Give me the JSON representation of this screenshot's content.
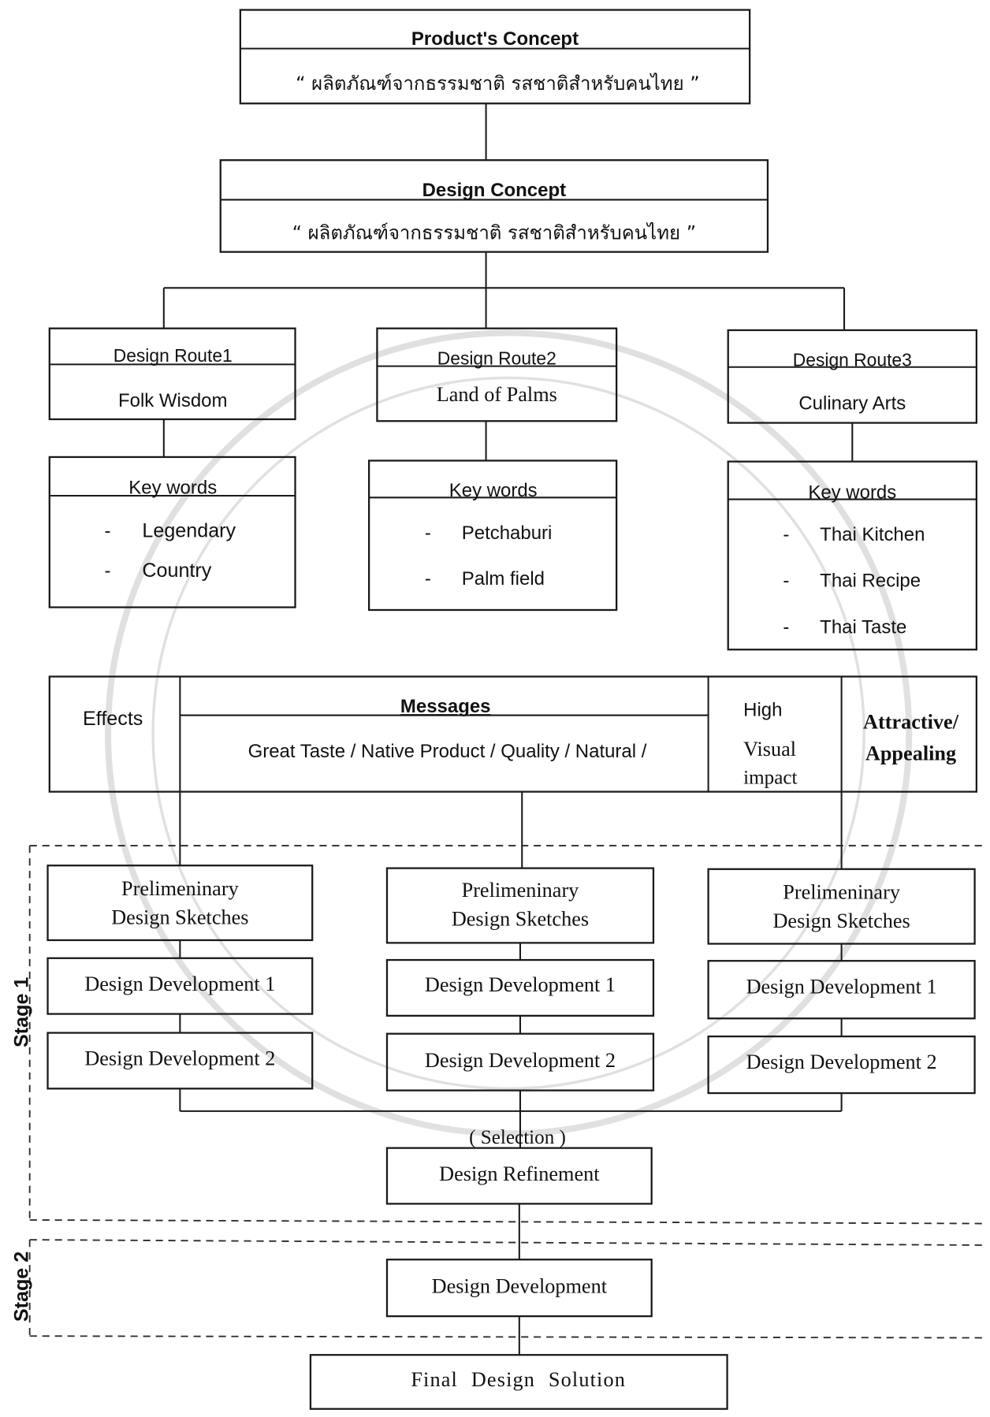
{
  "product_concept": {
    "title": "Product's Concept",
    "text": "“ ผลิตภัณฑ์จากธรรมชาติ รสชาติสำหรับคนไทย ”"
  },
  "design_concept": {
    "title": "Design Concept",
    "text": "“ ผลิตภัณฑ์จากธรรมชาติ รสชาติสำหรับคนไทย ”"
  },
  "keyword_bullet": "-",
  "routes": [
    {
      "title": "Design Route1",
      "name": "Folk Wisdom",
      "keywords_title": "Key words",
      "keywords": [
        "Legendary",
        "Country"
      ]
    },
    {
      "title": "Design Route2",
      "name": "Land of Palms",
      "keywords_title": "Key words",
      "keywords": [
        "Petchaburi",
        "Palm field"
      ]
    },
    {
      "title": "Design Route3",
      "name": "Culinary Arts",
      "keywords_title": "Key words",
      "keywords": [
        "Thai Kitchen",
        "Thai Recipe",
        "Thai Taste"
      ]
    }
  ],
  "effects": {
    "label": "Effects",
    "messages_title": "Messages",
    "messages": "Great Taste / Native Product / Quality / Natural /",
    "visual": [
      "High",
      "Visual",
      "impact"
    ],
    "appeal": [
      "Attractive/",
      "Appealing"
    ]
  },
  "stage1": {
    "label": "Stage 1",
    "columns": [
      {
        "sketch": [
          "Prelimeninary",
          "Design Sketches"
        ],
        "dev1": "Design Development 1",
        "dev2": "Design Development 2"
      },
      {
        "sketch": [
          "Prelimeninary",
          "Design Sketches"
        ],
        "dev1": "Design Development 1",
        "dev2": "Design Development 2"
      },
      {
        "sketch": [
          "Prelimeninary",
          "Design Sketches"
        ],
        "dev1": "Design Development 1",
        "dev2": "Design Development 2"
      }
    ],
    "selection": "( Selection )",
    "refinement": "Design Refinement"
  },
  "stage2": {
    "label": "Stage 2",
    "development": "Design Development"
  },
  "final": {
    "label": "Final Design Solution"
  }
}
